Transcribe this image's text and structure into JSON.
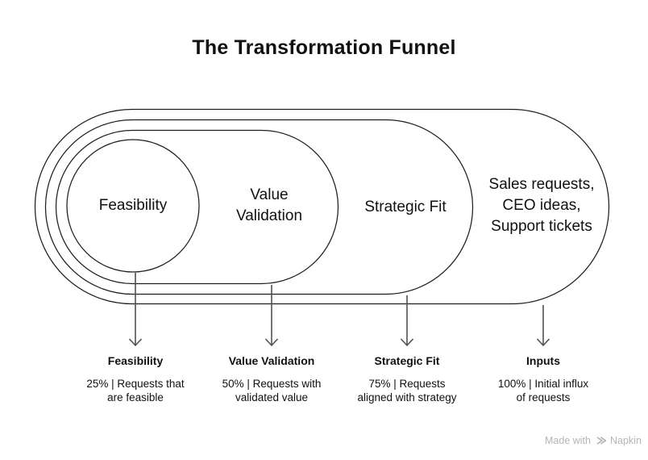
{
  "title": "The Transformation Funnel",
  "funnel": {
    "stages": [
      {
        "shape_label": "Feasibility",
        "caption_title": "Feasibility",
        "caption_desc": "25% | Requests that\nare feasible"
      },
      {
        "shape_label": "Value\nValidation",
        "caption_title": "Value Validation",
        "caption_desc": "50% | Requests with\nvalidated value"
      },
      {
        "shape_label": "Strategic Fit",
        "caption_title": "Strategic Fit",
        "caption_desc": "75% | Requests\naligned with strategy"
      },
      {
        "shape_label": "Sales requests,\nCEO ideas,\nSupport tickets",
        "caption_title": "Inputs",
        "caption_desc": "100% | Initial influx\nof requests"
      }
    ]
  },
  "watermark": {
    "prefix": "Made with",
    "brand": "Napkin",
    "logo_icon": "napkin-logo"
  },
  "colors": {
    "outline": "#1f1f1f",
    "arrow": "#515151",
    "text": "#111111",
    "watermark": "#b5b5b5",
    "background": "#ffffff"
  }
}
